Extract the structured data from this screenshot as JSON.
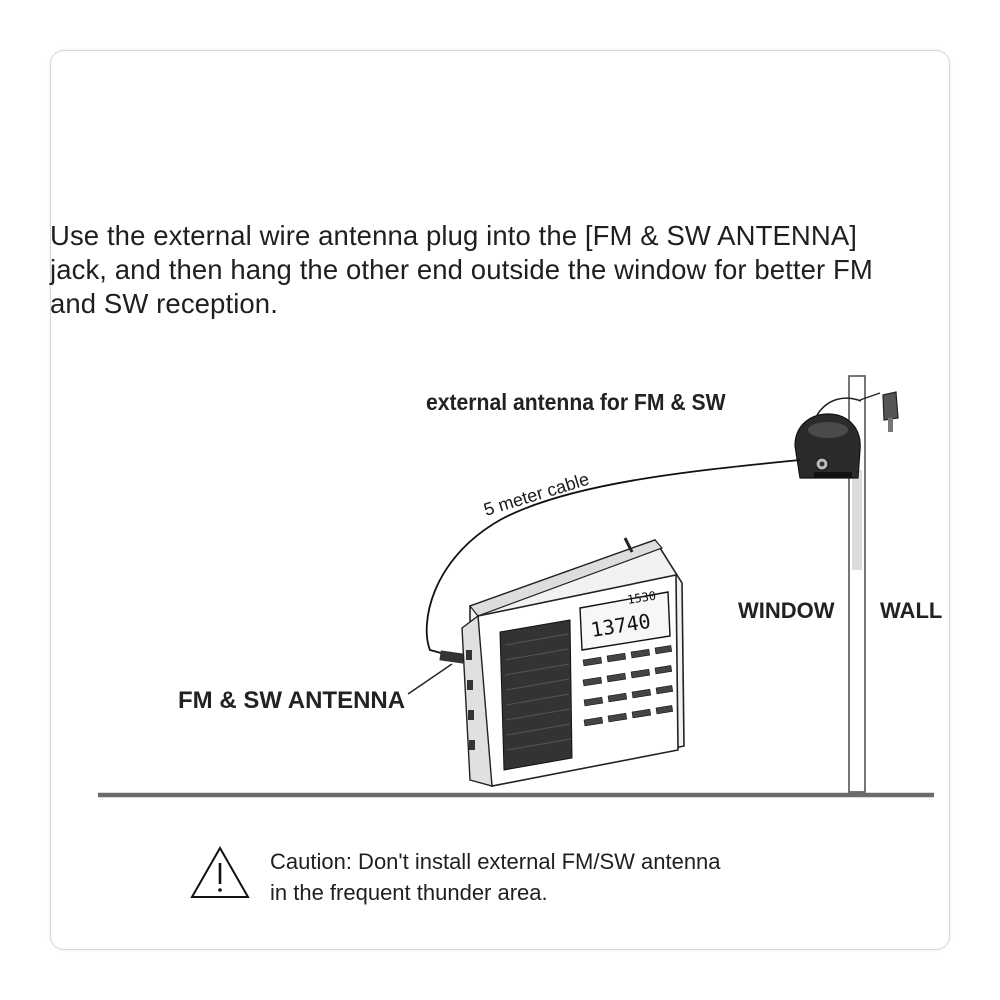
{
  "instruction": {
    "line1": "Use the external wire antenna plug into the [FM & SW ANTENNA]",
    "line2": "jack, and then hang the other end outside the window for better FM",
    "line3": "and SW reception."
  },
  "diagram": {
    "external_antenna_label": "external  antenna for FM & SW",
    "cable_label": "5 meter cable",
    "window_label": "WINDOW",
    "wall_label": "WALL",
    "jack_label": "FM & SW ANTENNA",
    "display_time": "1530",
    "display_frequency": "13740"
  },
  "caution": {
    "line1": "Caution: Don't install external FM/SW antenna",
    "line2": "in the frequent thunder area."
  },
  "icons": [
    "warning-triangle-icon",
    "antenna-icon",
    "radio-icon",
    "wall-plug-icon"
  ],
  "colors": {
    "text": "#1f1f1f",
    "floor": "#6b6b6b",
    "card_border": "#d6d6d6"
  }
}
